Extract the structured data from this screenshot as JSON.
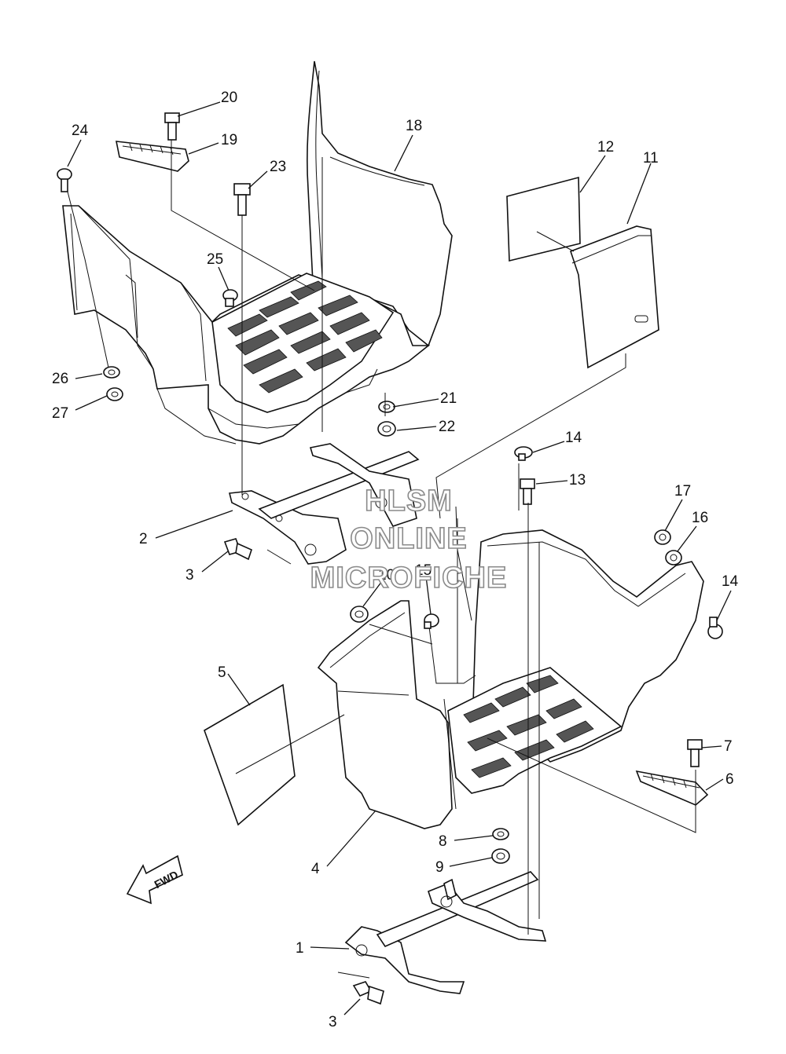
{
  "watermark": [
    "HLSM",
    "ONLINE",
    "MICROFICHE"
  ],
  "fwd_label": "FWD",
  "callouts": [
    "20",
    "24",
    "19",
    "18",
    "23",
    "12",
    "11",
    "25",
    "26",
    "21",
    "27",
    "22",
    "14",
    "13",
    "2",
    "17",
    "16",
    "3",
    "15",
    "10",
    "14",
    "5",
    "7",
    "6",
    "8",
    "4",
    "9",
    "1",
    "3"
  ]
}
